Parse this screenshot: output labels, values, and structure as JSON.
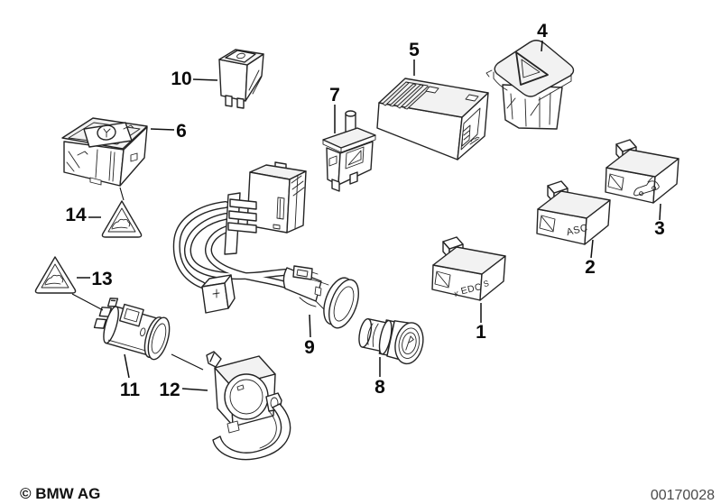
{
  "footer": {
    "copyright": "© BMW AG",
    "doc_number": "00170028"
  },
  "texts": {
    "asc": "ASC",
    "edc_k": "K",
    "edc": "EDC",
    "edc_s": "S"
  },
  "callouts": [
    {
      "num": "1",
      "target": "edc-rocker-switch"
    },
    {
      "num": "2",
      "target": "asc-rocker-switch"
    },
    {
      "num": "3",
      "target": "rocker-switch-trunk"
    },
    {
      "num": "4",
      "target": "hazard-warning-switch"
    },
    {
      "num": "5",
      "target": "switch-connector-housing"
    },
    {
      "num": "6",
      "target": "seat-heating-switch"
    },
    {
      "num": "7",
      "target": "push-button-switch"
    },
    {
      "num": "8",
      "target": "cigarette-lighter-element"
    },
    {
      "num": "9",
      "target": "lighter-socket-with-harness"
    },
    {
      "num": "10",
      "target": "small-rocker-switch"
    },
    {
      "num": "11",
      "target": "socket-housing"
    },
    {
      "num": "12",
      "target": "mounting-bracket"
    },
    {
      "num": "13",
      "target": "warning-triangle-label"
    },
    {
      "num": "14",
      "target": "warning-triangle-label"
    }
  ]
}
